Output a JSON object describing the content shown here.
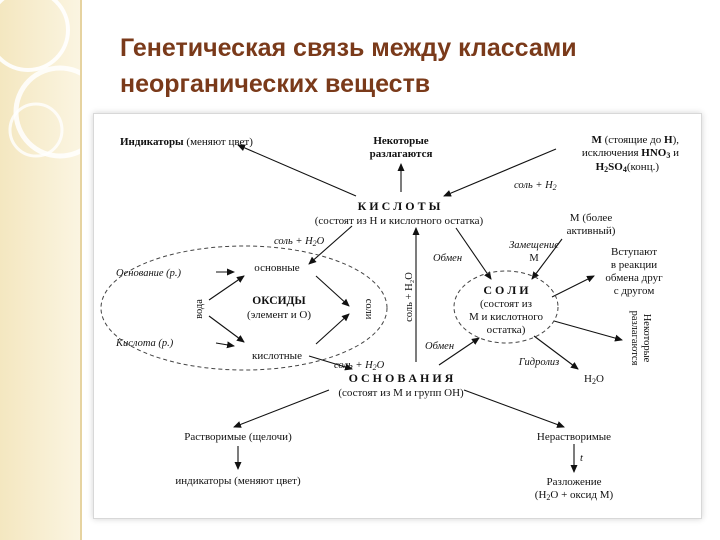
{
  "slide": {
    "title_line1": "Генетическая связь между классами",
    "title_line2": "неорганических веществ"
  },
  "diagram": {
    "acids": {
      "title": "К И С Л О Т Ы",
      "subtitle": "(состоят из Н и кислотного остатка)"
    },
    "oxides": {
      "title": "ОКСИДЫ",
      "subtitle": "(элемент и О)",
      "basic": "основные",
      "acidic": "кислотные",
      "water_label": "вода",
      "salts_label": "соли",
      "base_r": "Основание (р.)",
      "acid_r": "Кислота (р.)"
    },
    "salts": {
      "title": "С О Л И",
      "line1": "(состоят из",
      "line2": "М и кислотного",
      "line3": "остатка)"
    },
    "bases": {
      "title": "О С Н О В А Н И Я",
      "subtitle": "(состоят из М и групп ОН)"
    },
    "indicators_top": {
      "bold": "Индикаторы",
      "rest": " (меняют цвет)"
    },
    "decompose": {
      "line1": "Некоторые",
      "line2": "разлагаются"
    },
    "metals_note": {
      "line1_a": "М",
      "line1_b": " (стоящие до ",
      "line1_c": "Н",
      "line1_d": "),",
      "line2_a": "исключения ",
      "line2_b": "HNO",
      "line2_b_sub": "3",
      "line2_c": " и",
      "line3_a": "H",
      "line3_a_sub": "2",
      "line3_b": "SO",
      "line3_b_sub": "4",
      "line3_c": "(конц.)"
    },
    "labels": {
      "salt_h2": "соль + Н",
      "salt_h2_sub": "2",
      "salt_water_1": "соль + Н",
      "salt_water_1_sub": "2",
      "salt_water_1_end": "О",
      "salt_water_2": "соль + Н",
      "salt_water_2_sub": "2",
      "salt_water_2_end": "О",
      "vertical_salt_water": "соль + Н₂О",
      "exchange_1": "Обмен",
      "exchange_2": "Обмен",
      "substitution_1": "Замещение",
      "substitution_2": "М",
      "hydrolysis": "Гидролиз",
      "t_mark": "t"
    },
    "metal_more_active": {
      "line1": "М (более",
      "line2": "активный)"
    },
    "react_exchange": {
      "line1": "Вступают",
      "line2": "в реакции",
      "line3": "обмена друг",
      "line4": "с другом"
    },
    "some_decompose_vertical": {
      "line1": "Некоторые",
      "line2": "разлагаются"
    },
    "water_product": {
      "main": "Н",
      "sub": "2",
      "end": "О"
    },
    "soluble": "Растворимые (щелочи)",
    "insoluble": "Нерастворимые",
    "indicators_bottom": "индикаторы (меняют цвет)",
    "decomposition": {
      "line1": "Разложение",
      "line2_a": "(Н",
      "line2_sub": "2",
      "line2_b": "О + оксид М)"
    }
  }
}
